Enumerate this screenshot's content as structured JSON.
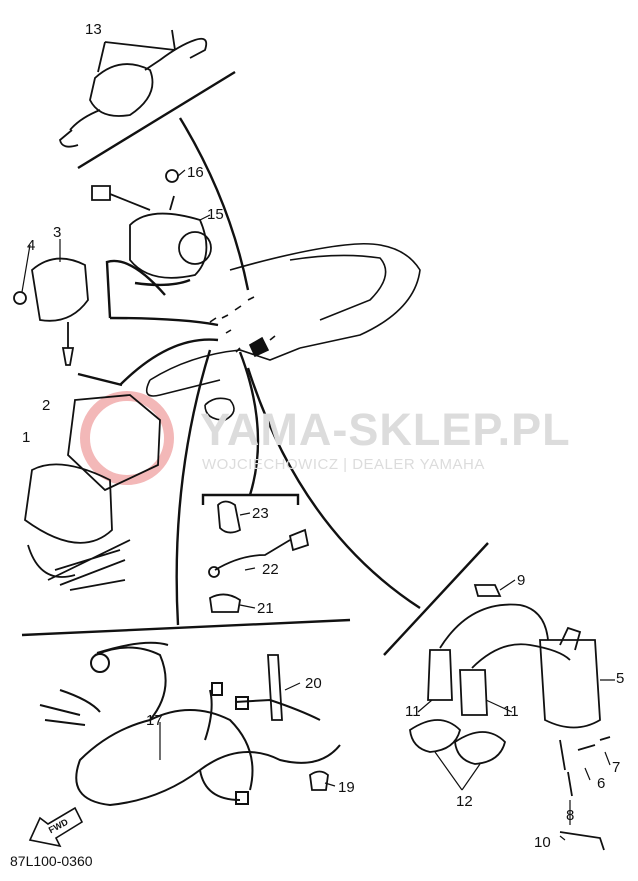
{
  "watermark": {
    "title": "YAMA-SKLEP.PL",
    "subtitle": "WOJCIECHOWICZ | DEALER YAMAHA"
  },
  "part_labels": {
    "p1": "1",
    "p2": "2",
    "p3": "3",
    "p4": "4",
    "p5": "5",
    "p6": "6",
    "p7": "7",
    "p8": "8",
    "p9": "9",
    "p10": "10",
    "p11a": "11",
    "p11b": "11",
    "p12": "12",
    "p13": "13",
    "p15": "15",
    "p16": "16",
    "p17": "17",
    "p19": "19",
    "p20": "20",
    "p21": "21",
    "p22": "22",
    "p23": "23"
  },
  "direction_marker": "FWD",
  "diagram_code": "87L100-0360",
  "colors": {
    "line": "#111111",
    "watermark": "#dcdcdc",
    "logo": "#f3b8b8"
  }
}
